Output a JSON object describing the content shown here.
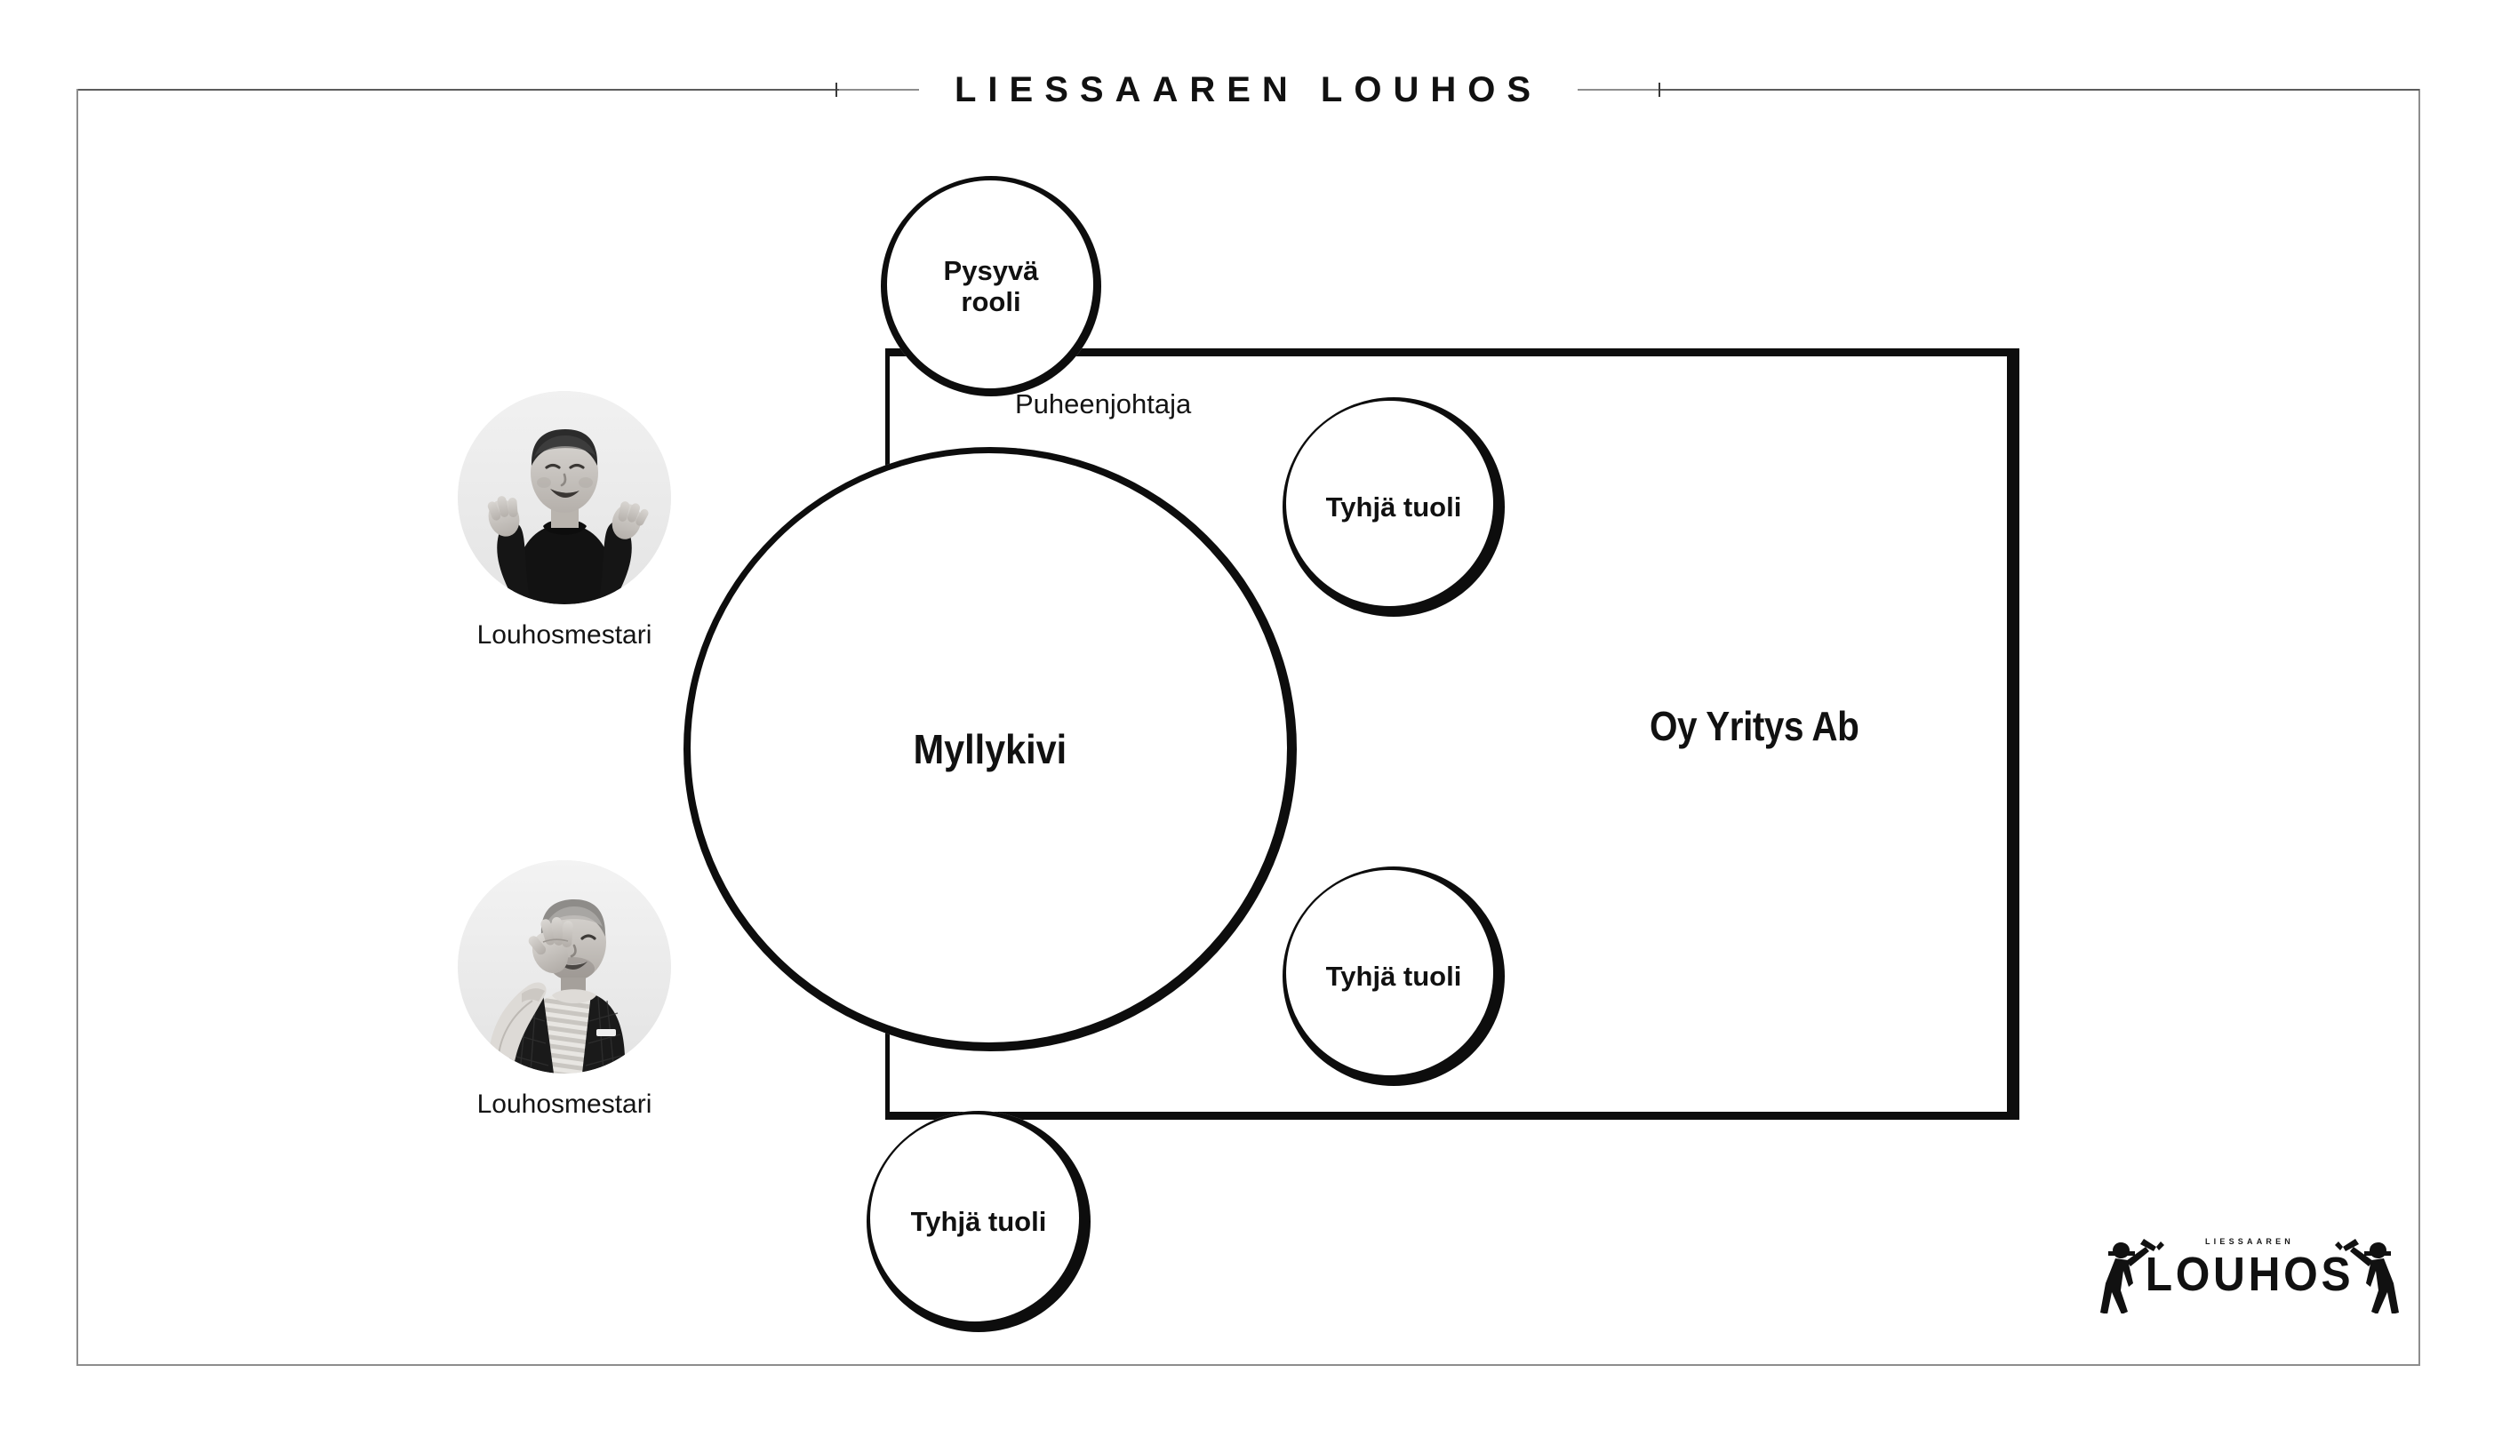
{
  "header": {
    "title": "LIESSAAREN LOUHOS",
    "rule_left_icon": "horizontal-rule",
    "rule_right_icon": "horizontal-rule"
  },
  "diagram": {
    "company": {
      "label": "Oy Yritys Ab",
      "role_caption": "Puheenjohtaja"
    },
    "nodes": [
      {
        "id": "permanent-role",
        "label": "Pysyvä\nrooli",
        "line1": "Pysyvä",
        "line2": "rooli"
      },
      {
        "id": "millstone",
        "label": "Myllykivi"
      },
      {
        "id": "empty-chair-1",
        "label": "Tyhjä tuoli"
      },
      {
        "id": "empty-chair-2",
        "label": "Tyhjä tuoli"
      },
      {
        "id": "empty-chair-3",
        "label": "Tyhjä tuoli"
      }
    ],
    "people": [
      {
        "id": "person-1",
        "caption": "Louhosmestari",
        "photo": "man-black-turtleneck-gesturing"
      },
      {
        "id": "person-2",
        "caption": "Louhosmestari",
        "photo": "man-quilted-vest-striped-shirt"
      }
    ]
  },
  "logo": {
    "small_text": "LIESSAAREN",
    "main_text": "LOUHOS",
    "icon_left": "miner-with-pickaxe-icon",
    "icon_right": "miner-with-pickaxe-icon"
  },
  "colors": {
    "ink": "#0d0d0d",
    "frame": "#8d8d8d",
    "background": "#ffffff"
  }
}
